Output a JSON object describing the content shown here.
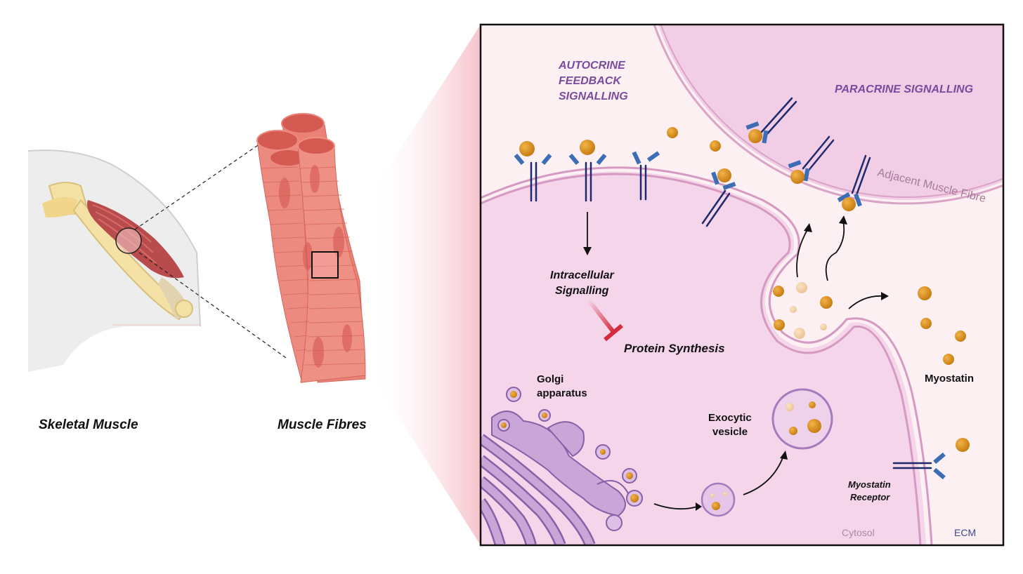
{
  "labels": {
    "skeletal_muscle": "Skeletal Muscle",
    "muscle_fibres": "Muscle Fibres",
    "autocrine_1": "AUTOCRINE",
    "autocrine_2": "FEEDBACK",
    "autocrine_3": "SIGNALLING",
    "paracrine": "PARACRINE SIGNALLING",
    "adjacent_fibre": "Adjacent Muscle Fibre",
    "intracellular_1": "Intracellular",
    "intracellular_2": "Signalling",
    "protein_synthesis": "Protein Synthesis",
    "golgi_1": "Golgi",
    "golgi_2": "apparatus",
    "exocytic_1": "Exocytic",
    "exocytic_2": "vesicle",
    "myostatin": "Myostatin",
    "receptor_1": "Myostatin",
    "receptor_2": "Receptor",
    "cytosol": "Cytosol",
    "ecm": "ECM"
  },
  "colors": {
    "cell_interior": "#f5d5ea",
    "ecm_background": "#fcf0f2",
    "membrane": "#d69ac2",
    "muscle_red": "#e8786c",
    "myostatin_orange": "#d98a1a",
    "receptor_navy": "#1e2a6e",
    "receptor_blue": "#3d6db5",
    "golgi_purple": "#c8a6d8",
    "inhibit_red": "#d42a3c",
    "title_purple": "#7a4a9e"
  }
}
